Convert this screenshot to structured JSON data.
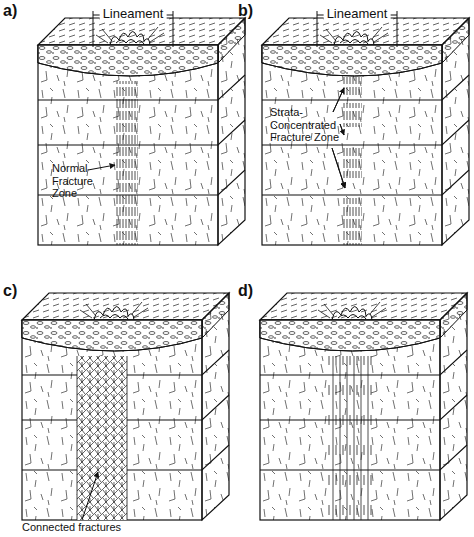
{
  "diagram": {
    "labels": [
      "a)",
      "Lineament",
      "Normal Fracture Zone",
      "b)",
      "Lineament",
      "Strata-Concentrated Fracture Zone",
      "c)",
      "Connected fractures",
      "d)"
    ]
  }
}
